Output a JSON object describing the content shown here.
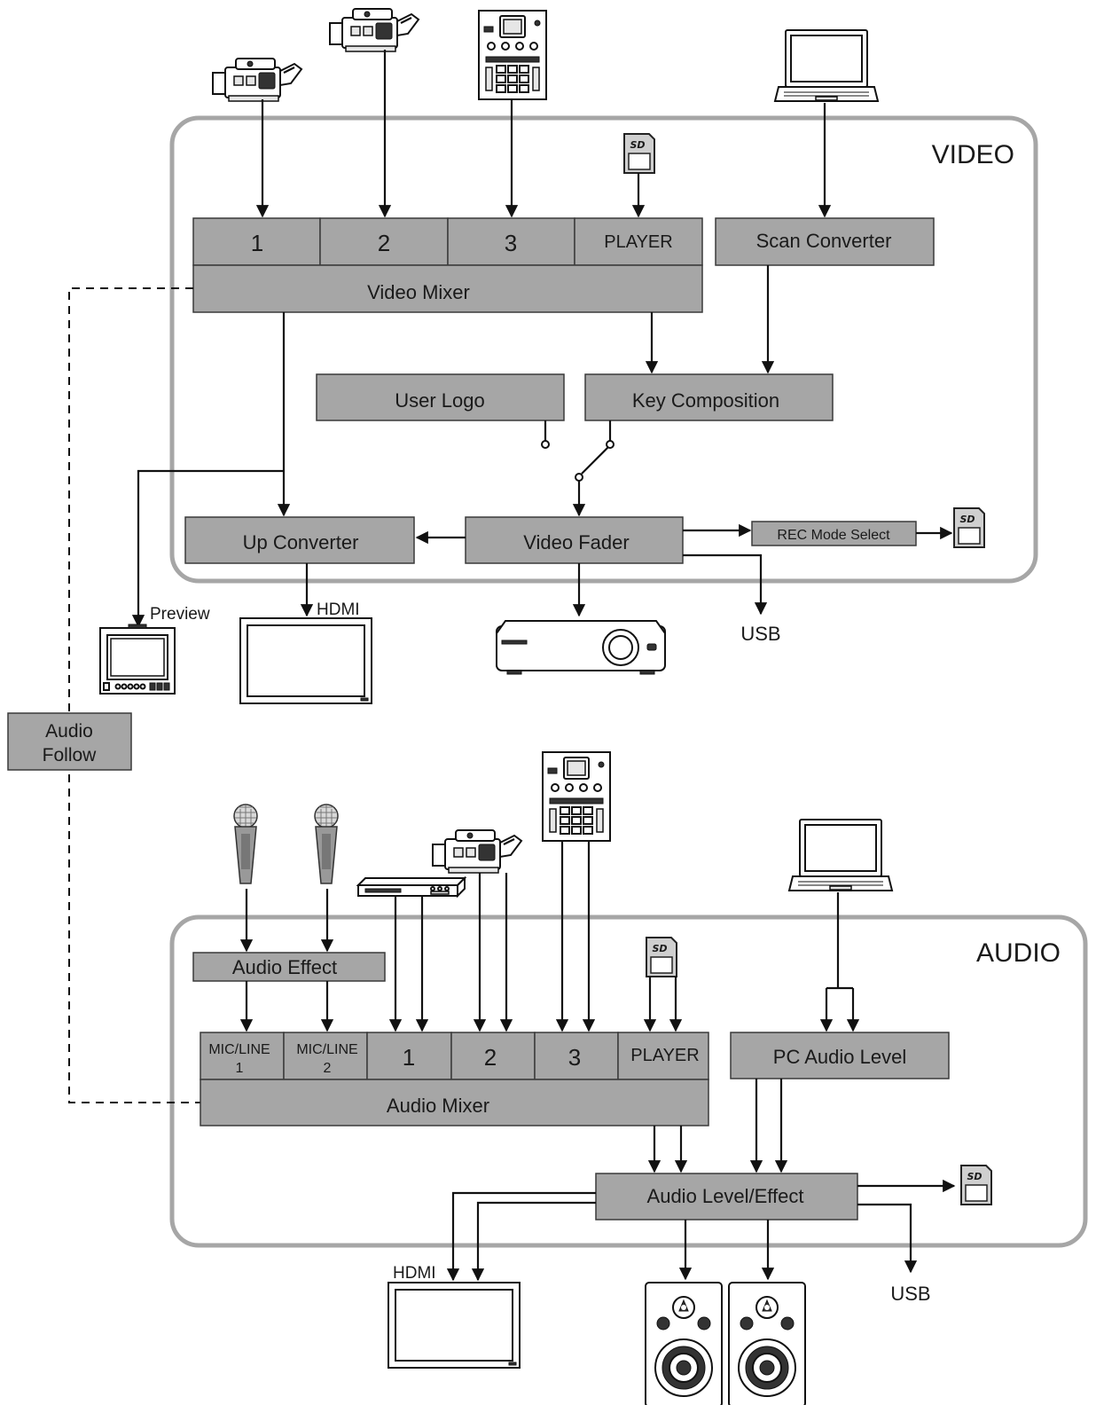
{
  "video": {
    "section_label": "VIDEO",
    "inputs": {
      "in1": "1",
      "in2": "2",
      "in3": "3",
      "player": "PLAYER"
    },
    "video_mixer": "Video Mixer",
    "scan_converter": "Scan Converter",
    "user_logo": "User Logo",
    "key_composition": "Key Composition",
    "up_converter": "Up Converter",
    "video_fader": "Video Fader",
    "rec_mode_select": "REC Mode Select",
    "outputs": {
      "preview": "Preview",
      "hdmi": "HDMI",
      "usb": "USB"
    }
  },
  "audio_follow": {
    "line1": "Audio",
    "line2": "Follow"
  },
  "audio": {
    "section_label": "AUDIO",
    "audio_effect": "Audio Effect",
    "inputs": {
      "mic1_top": "MIC/LINE",
      "mic1_bottom": "1",
      "mic2_top": "MIC/LINE",
      "mic2_bottom": "2",
      "in1": "1",
      "in2": "2",
      "in3": "3",
      "player": "PLAYER"
    },
    "audio_mixer": "Audio Mixer",
    "pc_audio_level": "PC Audio Level",
    "audio_level_effect": "Audio Level/Effect",
    "outputs": {
      "hdmi": "HDMI",
      "usb": "USB"
    }
  },
  "icons": {
    "sd": "SD",
    "sources": [
      "camcorder-icon",
      "camcorder-icon",
      "vr-controller-icon",
      "laptop-icon",
      "microphone-icon",
      "dvd-player-icon",
      "speaker-icon",
      "projector-icon",
      "monitor-icon"
    ]
  }
}
